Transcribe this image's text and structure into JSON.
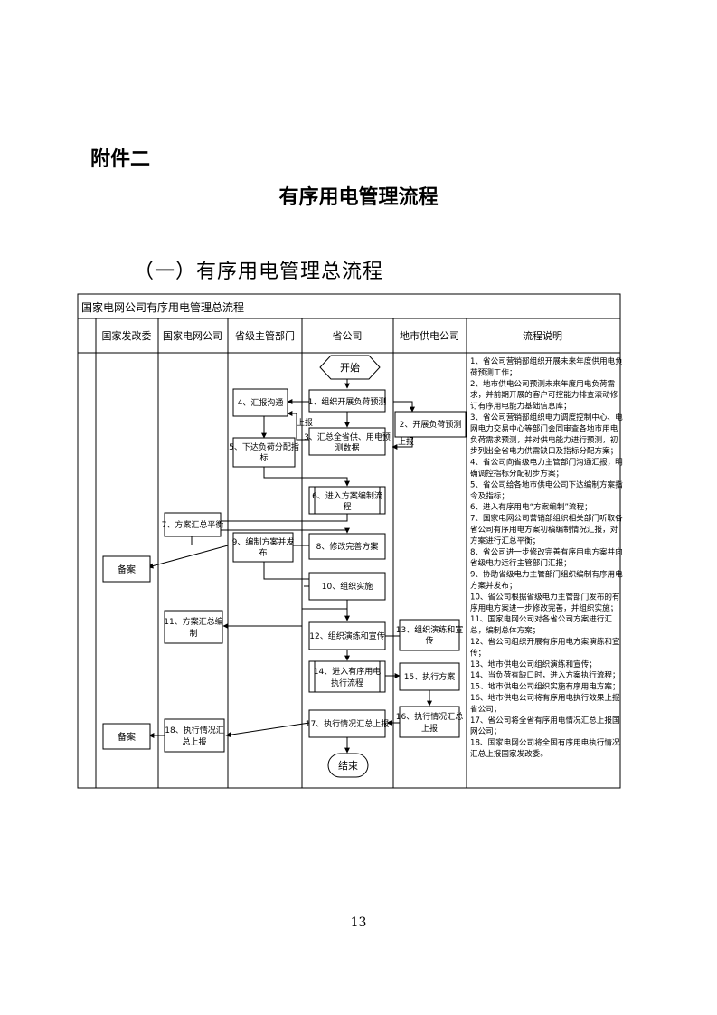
{
  "attachment_label": "附件二",
  "document_title": "有序用电管理流程",
  "section_title": "（一）有序用电管理总流程",
  "page_number": "13",
  "flowchart": {
    "caption": "国家电网公司有序用电管理总流程",
    "columns": [
      "国家发改委",
      "国家电网公司",
      "省级主管部门",
      "省公司",
      "地市供电公司",
      "流程说明"
    ],
    "nodes": {
      "start": "开始",
      "n1": "1、组织开展负荷预测",
      "n2": "2、开展负荷预测",
      "n3": [
        "3、汇总全省供、用电预",
        "测数据"
      ],
      "n4": "4、汇报沟通",
      "n5": [
        "5、下达负荷分配指",
        "标"
      ],
      "n6": [
        "6、进入方案编制流",
        "程"
      ],
      "n7": "7、方案汇总平衡",
      "n8": "8、修改完善方案",
      "n9": [
        "9、编制方案并发",
        "布"
      ],
      "n10": "10、组织实施",
      "n11": [
        "11、方案汇总编",
        "制"
      ],
      "n12": "12、组织演练和宣传",
      "n13": [
        "13、组织演练和宣",
        "传"
      ],
      "n14": [
        "14、进入有序用电",
        "执行流程"
      ],
      "n15": "15、执行方案",
      "n16": [
        "16、执行情况汇总",
        "上报"
      ],
      "n17": "17、执行情况汇总上报",
      "n18": [
        "18、执行情况汇",
        "总上报"
      ],
      "archive_1": "备案",
      "archive_2": "备案",
      "end": "结束"
    },
    "edge_labels": {
      "report_up_1": "上报",
      "report_up_2": "上报"
    },
    "notes": [
      "1、省公司营销部组织开展未来年度供用电负",
      "荷预测工作；",
      "2、地市供电公司预测未来年度用电负荷需",
      "求，并前期开展的客户可控能力排查滚动修",
      "订有序用电能力基础信息库；",
      "3、省公司营销部组织电力调度控制中心、电",
      "网电力交易中心等部门会同审查各地市用电",
      "负荷需求预测，并对供电能力进行预测，初",
      "步列出全省电力供需缺口及指标分配方案；",
      "4、省公司向省级电力主管部门沟通汇报，明",
      "确调控指标分配初步方案；",
      "5、省公司给各地市供电公司下达编制方案指",
      "令及指标；",
      "6、进入有序用电“方案编制”流程；",
      "7、国家电网公司营销部组织相关部门听取各",
      "省公司有序用电方案初稿编制情况汇报，对",
      "方案进行汇总平衡；",
      "8、省公司进一步修改完善有序用电方案并向",
      "省级电力运行主管部门汇报；",
      "9、协助省级电力主管部门组织编制有序用电",
      "方案并发布；",
      "10、省公司根据省级电力主管部门发布的有",
      "序用电方案进一步修改完善，并组织实施；",
      "11、国家电网公司对各省公司方案进行汇",
      "总，编制总体方案；",
      "12、省公司组织开展有序用电方案演练和宣",
      "传；",
      "13、地市供电公司组织演练和宣传；",
      "14、当负荷有缺口时，进入方案执行流程；",
      "15、地市供电公司组织实施有序用电方案；",
      "16、地市供电公司将有序用电执行效果上报",
      "省公司；",
      "17、省公司将全省有序用电情况汇总上报国",
      "网公司；",
      "18、国家电网公司将全国有序用电执行情况",
      "汇总上报国家发改委。"
    ]
  }
}
